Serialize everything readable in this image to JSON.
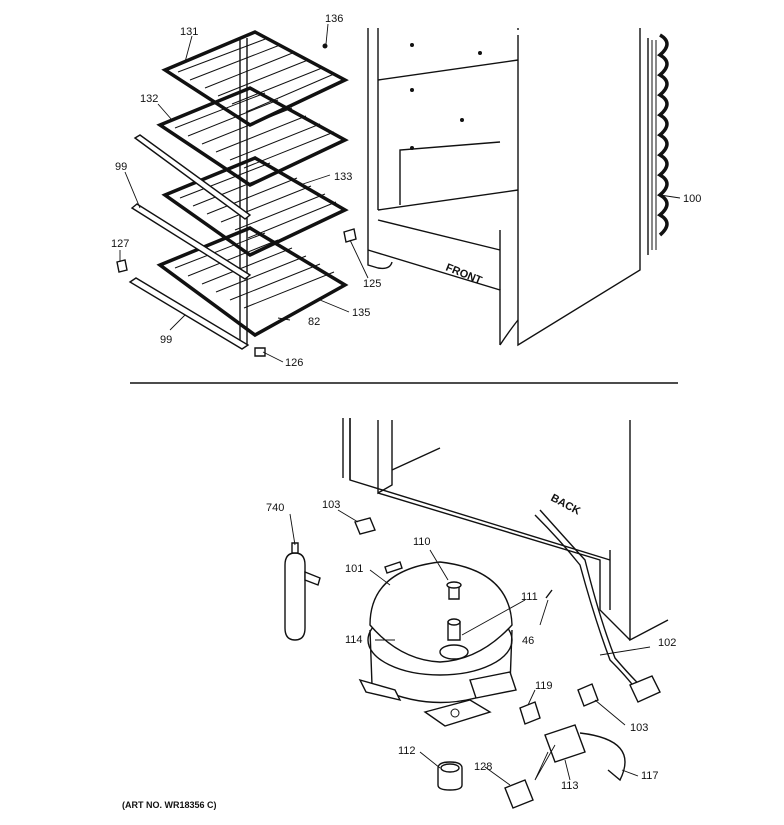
{
  "upper": {
    "labels": {
      "p131": "131",
      "p136": "136",
      "p132": "132",
      "p99a": "99",
      "p133": "133",
      "p127": "127",
      "p125": "125",
      "p135": "135",
      "p82": "82",
      "p99b": "99",
      "p126": "126",
      "p100": "100"
    },
    "front_text": "FRONT"
  },
  "lower": {
    "labels": {
      "p740": "740",
      "p103a": "103",
      "p110": "110",
      "p101": "101",
      "p111": "111",
      "p114": "114",
      "p46": "46",
      "p102": "102",
      "p119": "119",
      "p103b": "103",
      "p112": "112",
      "p128": "128",
      "p113": "113",
      "p117": "117"
    },
    "back_text": "BACK"
  },
  "footer": {
    "art_no": "(ART NO. WR18356 C)"
  }
}
